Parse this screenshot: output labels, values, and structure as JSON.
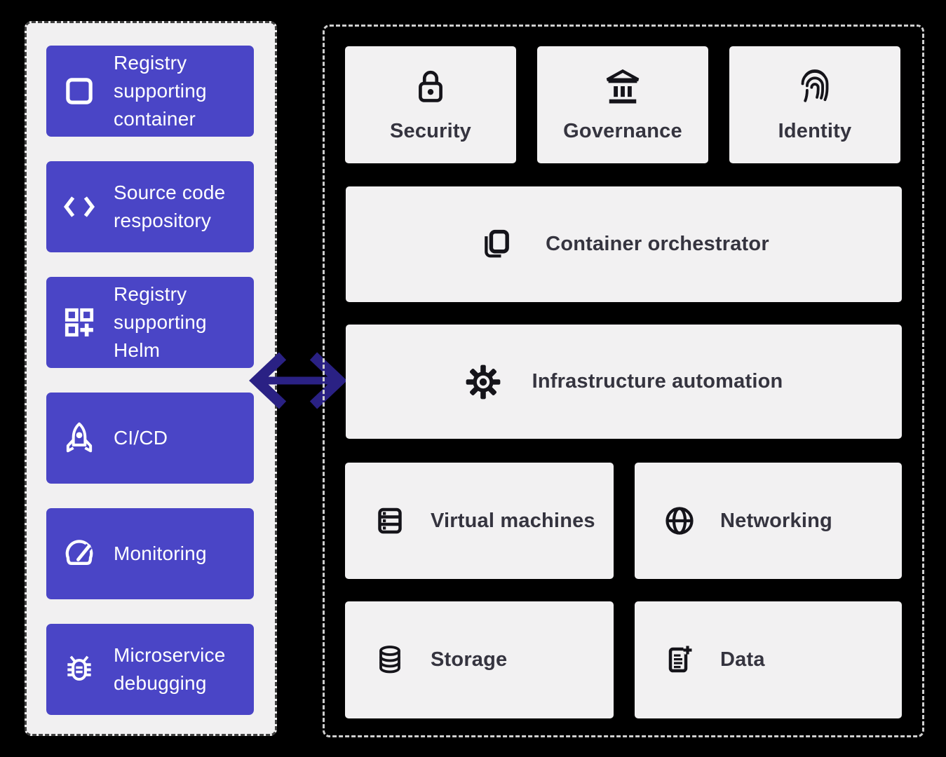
{
  "colors": {
    "background": "#000000",
    "left_panel_fill": "#f1f0f1",
    "left_panel_dash": "#414141",
    "right_panel_dash": "#cfcfcf",
    "button_fill": "#4a45c6",
    "button_text": "#ffffff",
    "card_fill": "#f2f1f2",
    "card_text": "#35343f",
    "icon_dark": "#15141a",
    "arrow": "#2a2184"
  },
  "left_panel": {
    "items": [
      {
        "label": "Registry supporting container",
        "icon": "container-registry-icon"
      },
      {
        "label": "Source code respository",
        "icon": "code-icon"
      },
      {
        "label": "Registry supporting Helm",
        "icon": "helm-registry-icon"
      },
      {
        "label": "CI/CD",
        "icon": "rocket-icon"
      },
      {
        "label": "Monitoring",
        "icon": "gauge-icon"
      },
      {
        "label": "Microservice debugging",
        "icon": "bug-icon"
      }
    ]
  },
  "connector": {
    "name": "bidirectional-arrow"
  },
  "right_panel": {
    "top_cards": [
      {
        "label": "Security",
        "icon": "lock-icon"
      },
      {
        "label": "Governance",
        "icon": "bank-icon"
      },
      {
        "label": "Identity",
        "icon": "fingerprint-icon"
      }
    ],
    "wide_cards": [
      {
        "label": "Container orchestrator",
        "icon": "stacked-containers-icon"
      },
      {
        "label": "Infrastructure automation",
        "icon": "gear-icon"
      }
    ],
    "grid_cards": [
      {
        "label": "Virtual machines",
        "icon": "server-icon"
      },
      {
        "label": "Networking",
        "icon": "globe-icon"
      },
      {
        "label": "Storage",
        "icon": "database-icon"
      },
      {
        "label": "Data",
        "icon": "document-plus-icon"
      }
    ]
  }
}
